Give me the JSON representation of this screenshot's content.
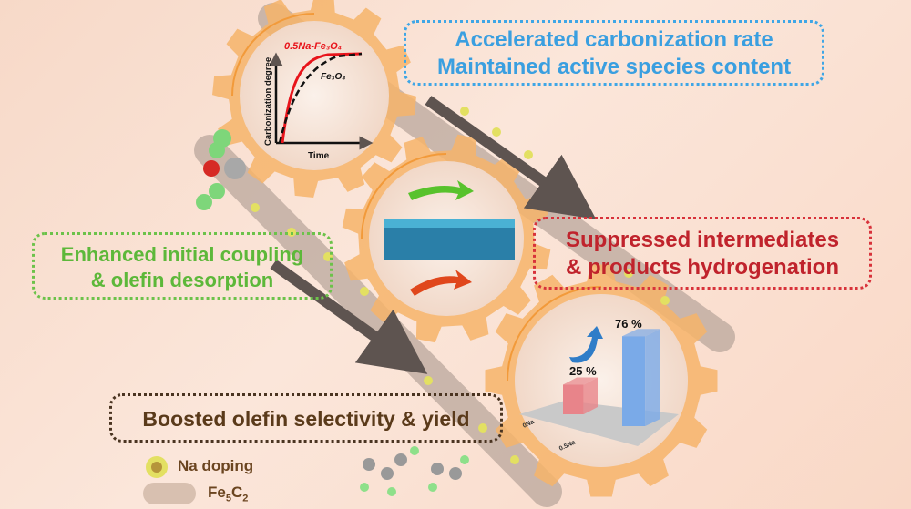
{
  "callouts": {
    "blue": [
      "Accelerated carbonization rate",
      "Maintained active species content"
    ],
    "green": [
      "Enhanced initial coupling",
      "& olefin desorption"
    ],
    "red": [
      "Suppressed intermediates",
      "& products hydrogenation"
    ],
    "dark": "Boosted olefin selectivity & yield"
  },
  "inset_curve": {
    "ylabel": "Carbonization degree",
    "xlabel": "Time",
    "series": [
      {
        "name": "0.5Na-Fe₃O₄",
        "color": "#e8141b"
      },
      {
        "name": "Fe₃O₄",
        "color": "#111111"
      }
    ]
  },
  "inset_bar": {
    "categories": [
      "0Na",
      "0.5Na"
    ],
    "values": [
      25,
      76
    ],
    "labels": [
      "25 %",
      "76 %"
    ],
    "colors": [
      "#e8848a",
      "#7aaae8"
    ]
  },
  "legend": {
    "na": "Na doping",
    "fe_main": "Fe",
    "fe_sub1": "5",
    "fe_c": "C",
    "fe_sub2": "2"
  },
  "colors": {
    "gear": "#f6b46a",
    "rod": "#b9a79c",
    "arrow": "#5e5450"
  }
}
